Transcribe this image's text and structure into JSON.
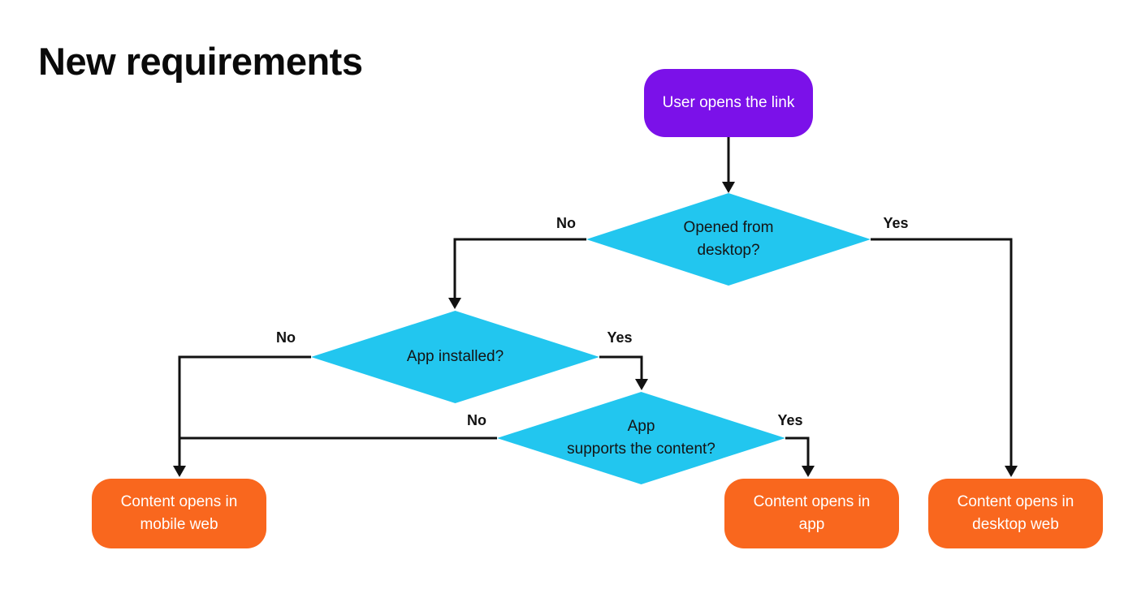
{
  "title": "New requirements",
  "colors": {
    "purple": "#7B11E9",
    "cyan": "#22C6EF",
    "orange": "#F9671E",
    "line": "#111111"
  },
  "nodes": {
    "start": {
      "label": "User opens the link"
    },
    "decision_desktop": {
      "label": "Opened from\ndesktop?",
      "no": "No",
      "yes": "Yes"
    },
    "decision_installed": {
      "label": "App installed?",
      "no": "No",
      "yes": "Yes"
    },
    "decision_supports": {
      "label": "App\nsupports the content?",
      "no": "No",
      "yes": "Yes"
    },
    "outcome_mobile": {
      "label": "Content opens in\nmobile web"
    },
    "outcome_app": {
      "label": "Content opens in\napp"
    },
    "outcome_desktop": {
      "label": "Content opens in\ndesktop web"
    }
  }
}
